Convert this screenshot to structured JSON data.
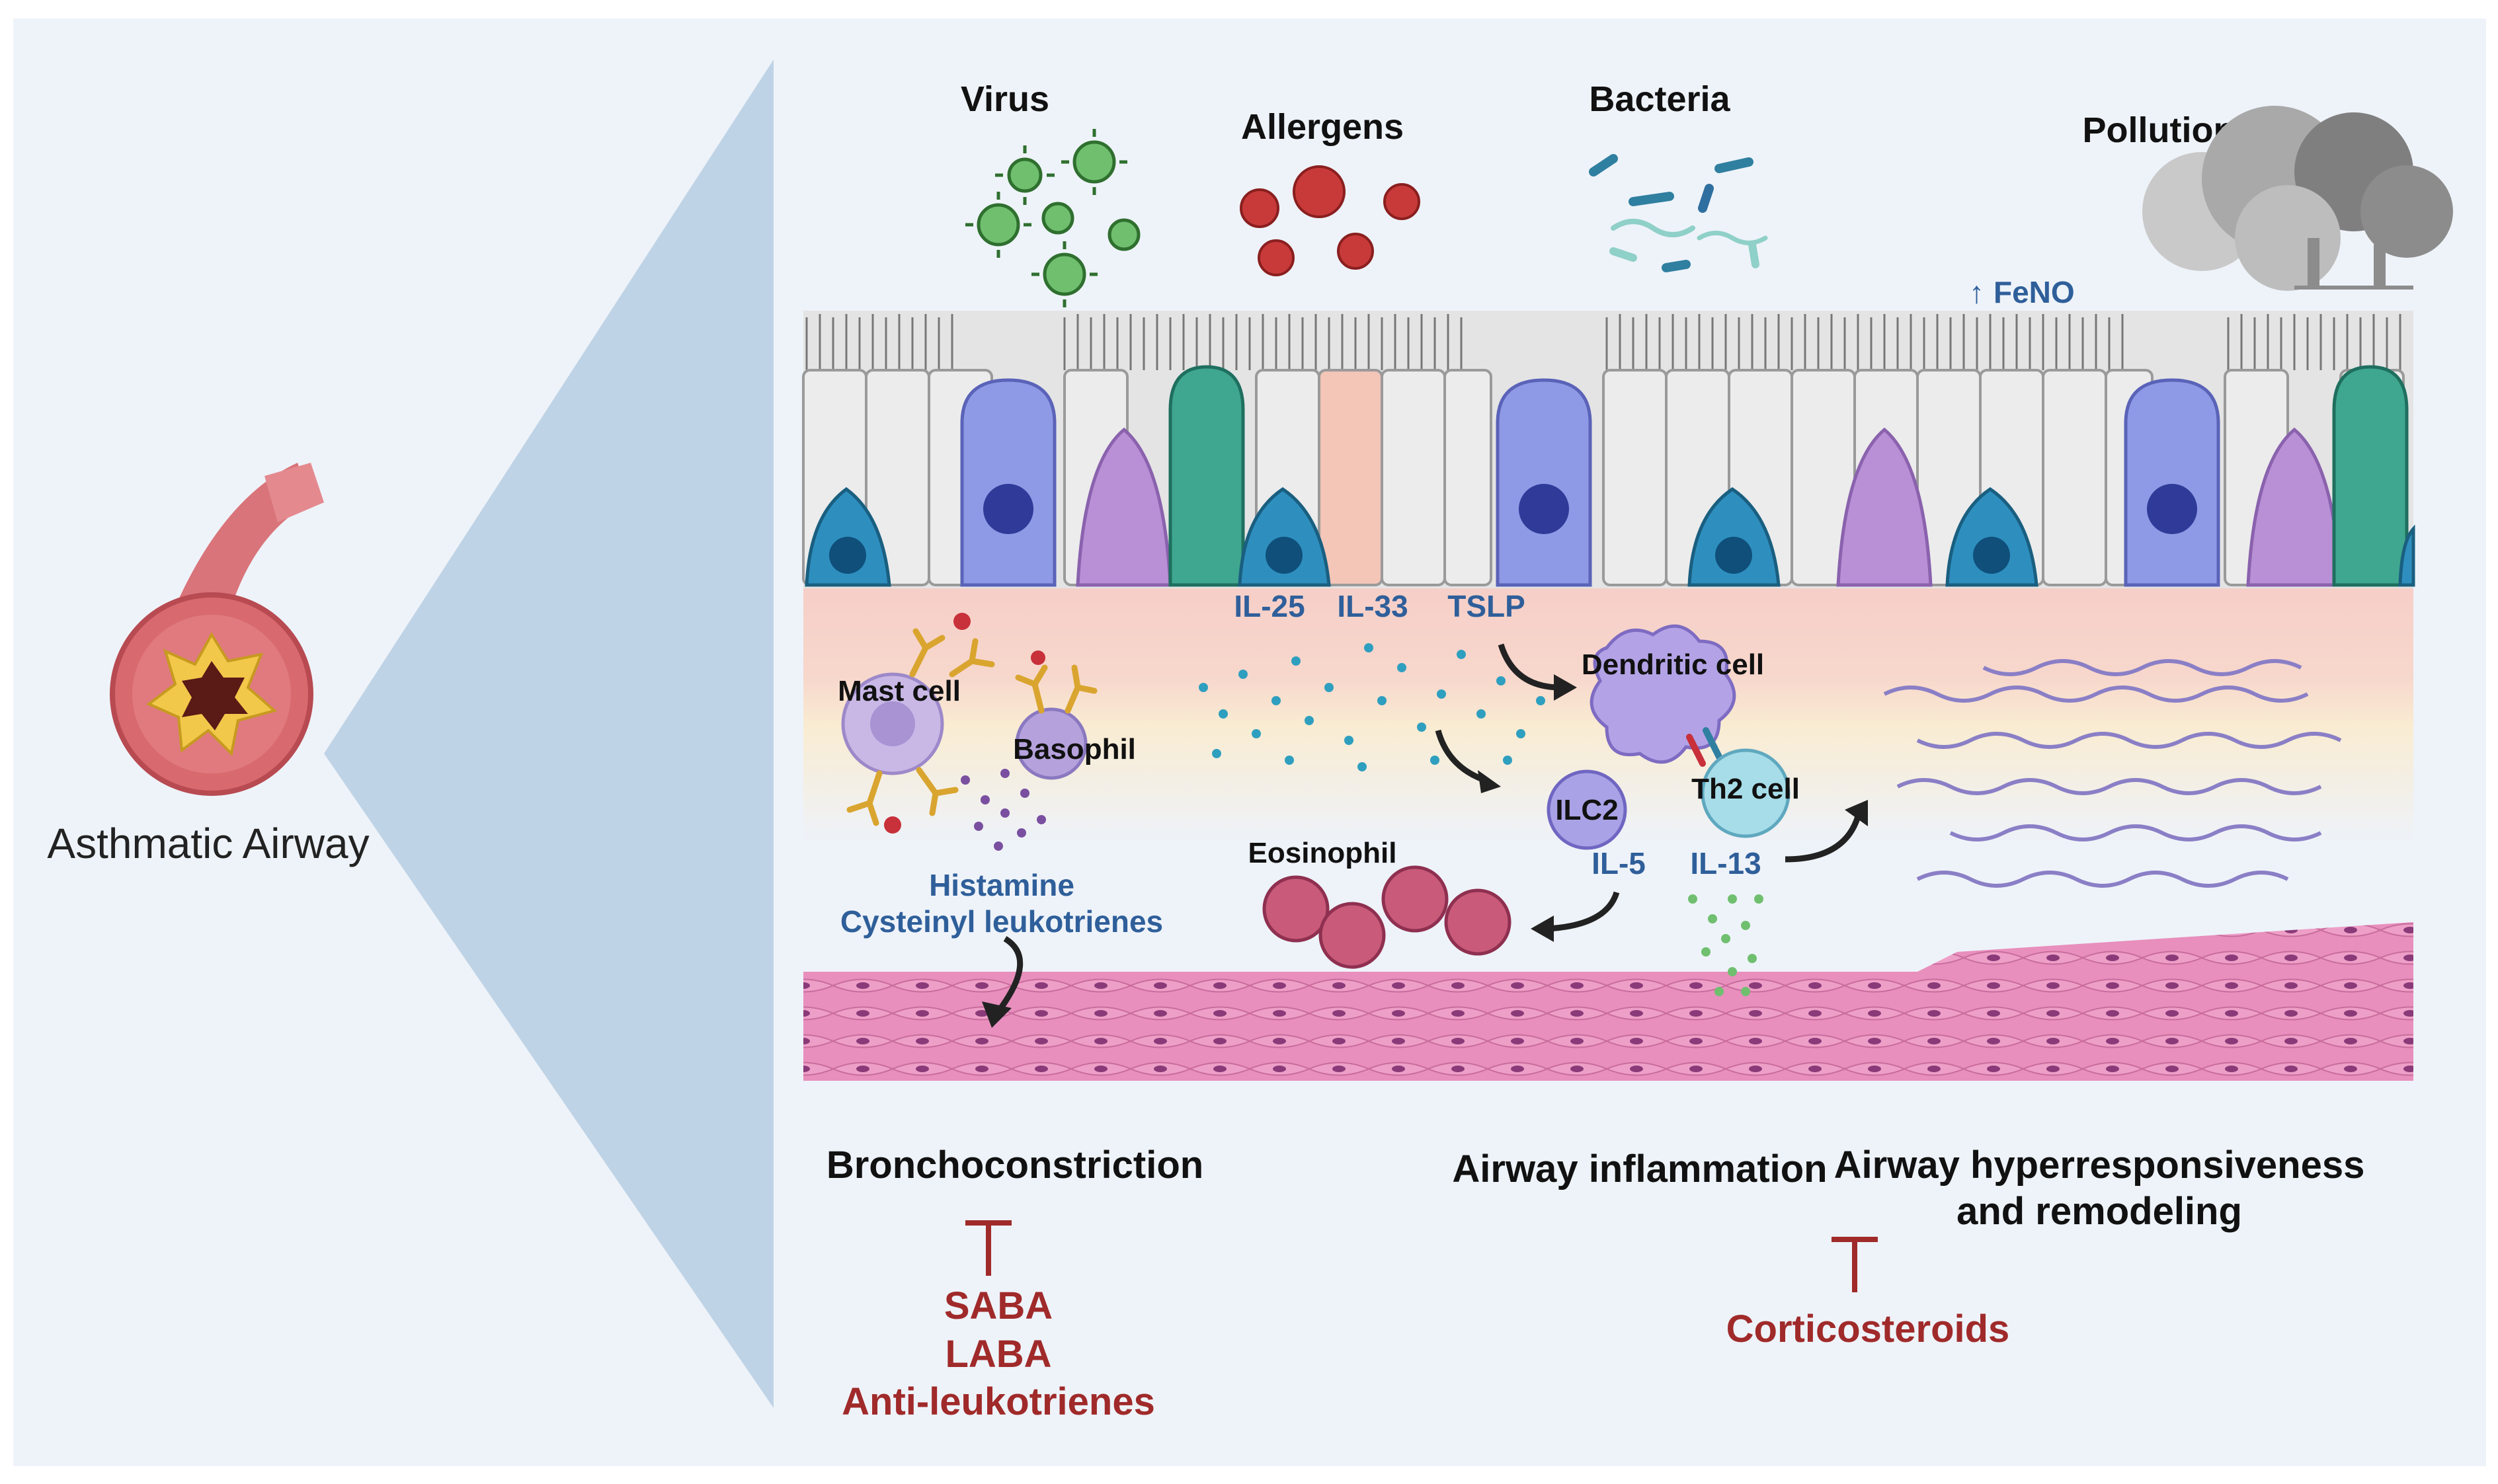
{
  "left_panel": {
    "airway_label": "Asthmatic Airway"
  },
  "triggers": {
    "virus": "Virus",
    "allergens": "Allergens",
    "bacteria": "Bacteria",
    "pollution": "Pollution"
  },
  "marker": {
    "arrow": "↑",
    "text": "FeNO"
  },
  "cytokines": {
    "il25": "IL-25",
    "il33": "IL-33",
    "tslp": "TSLP",
    "il5": "IL-5",
    "il13": "IL-13"
  },
  "cells": {
    "mast": "Mast cell",
    "basophil": "Basophil",
    "dendritic": "Dendritic cell",
    "ilc2": "ILC2",
    "th2": "Th2 cell",
    "eosinophil": "Eosinophil"
  },
  "mediators": {
    "line1": "Histamine",
    "line2": "Cysteinyl leukotrienes"
  },
  "outcomes": {
    "bronchoconstriction": "Bronchoconstriction",
    "inflammation": "Airway inflammation",
    "remodeling_line1": "Airway hyperresponsiveness",
    "remodeling_line2": "and remodeling"
  },
  "treatments": {
    "bronchoconstriction": [
      "SABA",
      "LABA",
      "Anti-leukotrienes"
    ],
    "inflammation": [
      "Corticosteroids"
    ]
  },
  "colors": {
    "background": "#eef3f9",
    "wedge": "#bfd3e6",
    "virus": "#4e9a4e",
    "allergen": "#c83a3a",
    "drug_text": "#a02a2a",
    "cytokine_text": "#2f5f9a",
    "smooth_muscle": "#e58cb8"
  }
}
